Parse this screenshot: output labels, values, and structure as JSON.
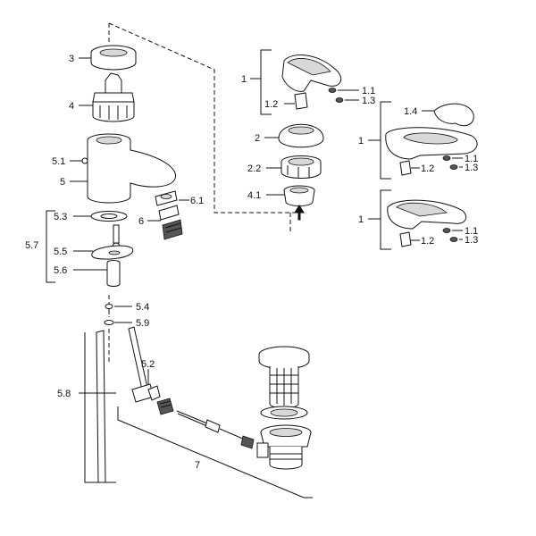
{
  "labels": {
    "l3": "3",
    "l4": "4",
    "l5_1": "5.1",
    "l5": "5",
    "l6_1": "6.1",
    "l6": "6",
    "l5_3": "5.3",
    "l5_7": "5.7",
    "l5_5": "5.5",
    "l5_6": "5.6",
    "l5_4": "5.4",
    "l5_9": "5.9",
    "l5_2": "5.2",
    "l5_8": "5.8",
    "l7": "7",
    "h1_1": "1",
    "h1_2": "1.2",
    "h1_1_1": "1.1",
    "h1_1_3": "1.3",
    "l2": "2",
    "l2_2": "2.2",
    "l4_1": "4.1",
    "h2_1_4": "1.4",
    "h2_1": "1",
    "h2_1_1": "1.1",
    "h2_1_2": "1.2",
    "h2_1_3": "1.3",
    "h3_1": "1",
    "h3_1_1": "1.1",
    "h3_1_2": "1.2",
    "h3_1_3": "1.3"
  }
}
